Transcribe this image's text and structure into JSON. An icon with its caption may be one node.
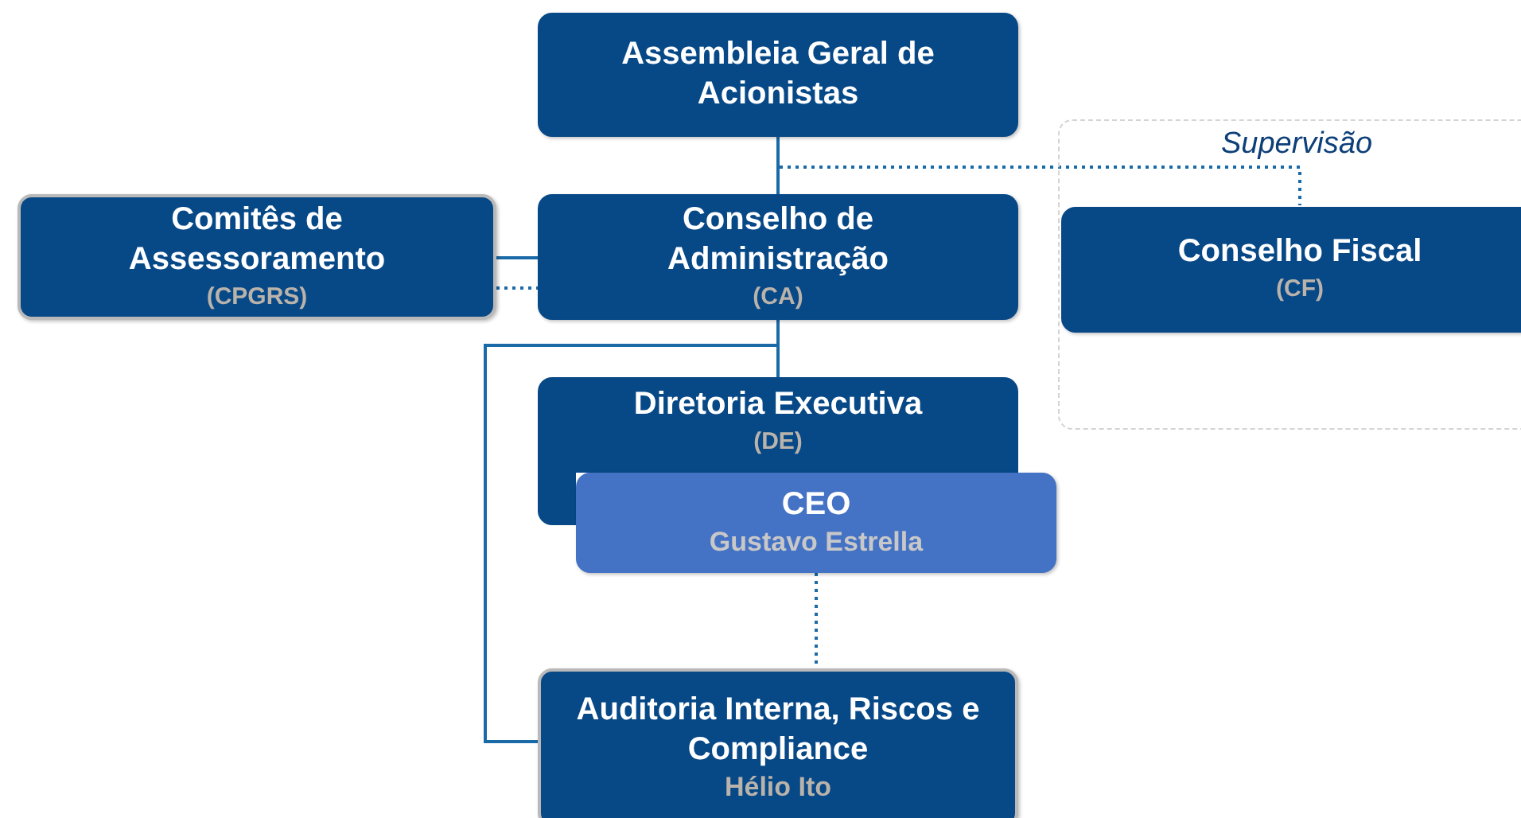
{
  "diagram": {
    "nodes": [
      {
        "text": [
          "Assembleia Geral de Acionistas"
        ]
      },
      {
        "text": [
          "Comitês de Assessoramento",
          "(CPGRS)"
        ]
      },
      {
        "text": [
          "Conselho de Administração",
          "(CA)"
        ]
      },
      {
        "text": [
          "Supervisão"
        ]
      },
      {
        "text": [
          "Conselho Fiscal",
          "(CF)"
        ],
        "in": 3
      },
      {
        "text": [
          "Diretoria Executiva",
          "(DE)"
        ]
      },
      {
        "text": [
          "CEO",
          "Gustavo Estrella"
        ]
      },
      {
        "text": [
          "Auditoria Interna, Riscos e Compliance",
          "Hélio Ito"
        ]
      }
    ],
    "edges": [
      {
        "from": 0,
        "to": 2,
        "arrow": "none"
      },
      {
        "from": 0,
        "to": 4,
        "arrow": "none",
        "style": "dashed"
      },
      {
        "from": 1,
        "to": 2,
        "arrow": "none"
      },
      {
        "from": 1,
        "to": 2,
        "arrow": "none",
        "style": "dashed"
      },
      {
        "from": 2,
        "to": 5,
        "arrow": "none"
      },
      {
        "from": 2,
        "to": 7,
        "arrow": "none"
      },
      {
        "from": 6,
        "to": 7,
        "arrow": "none",
        "style": "dashed"
      }
    ]
  }
}
